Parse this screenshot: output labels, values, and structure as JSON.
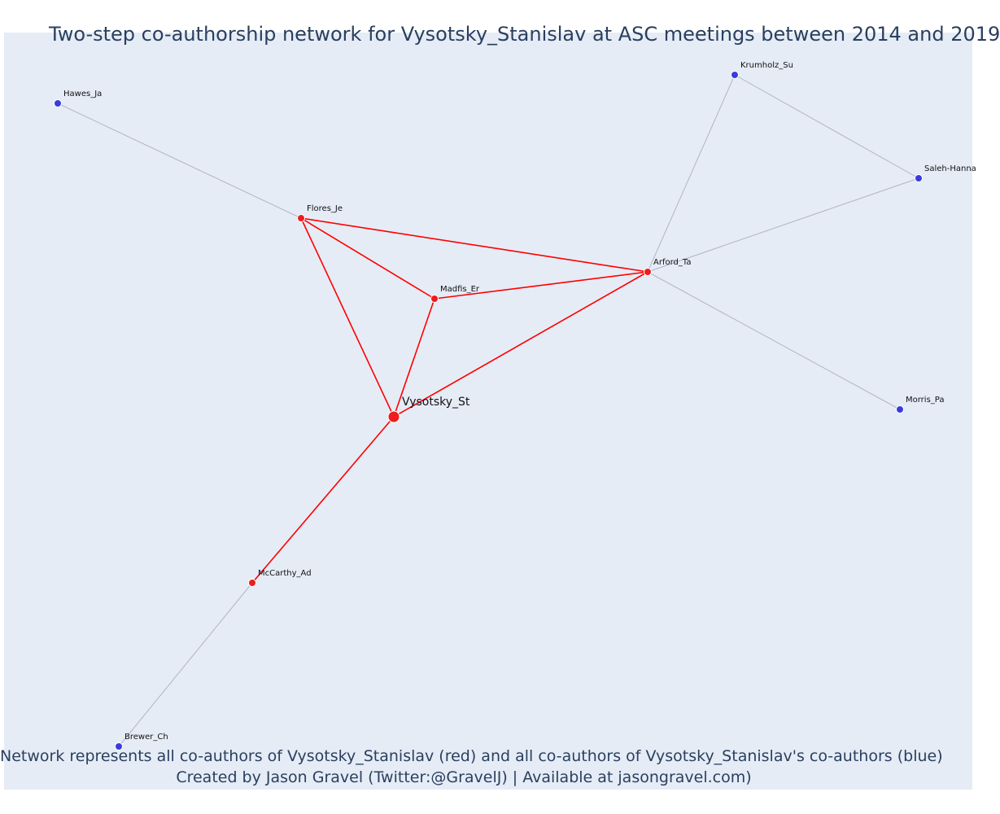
{
  "title": "Two-step co-authorship network for Vysotsky_Stanislav at ASC meetings between 2014 and 2019",
  "footnote": {
    "line1": "Network represents all co-authors of Vysotsky_Stanislav (red) and all co-authors of Vysotsky_Stanislav's co-authors (blue)",
    "line2": "Created by Jason Gravel (Twitter:@GravelJ) | Available at jasongravel.com)"
  },
  "colors": {
    "plot_background": "#e5ecf6",
    "focal_and_coauthor": "#ee1c1c",
    "second_step": "#3b3bdd",
    "first_step_edge": "#ff0000",
    "second_step_edge": "#b3b3c8",
    "text": "#2a3f5f"
  },
  "nodes": [
    {
      "id": "Vysotsky_St",
      "label": "Vysotsky_St",
      "group": "focal"
    },
    {
      "id": "Flores_Je",
      "label": "Flores_Je",
      "group": "coauthor"
    },
    {
      "id": "Madfis_Er",
      "label": "Madfis_Er",
      "group": "coauthor"
    },
    {
      "id": "Arford_Ta",
      "label": "Arford_Ta",
      "group": "coauthor"
    },
    {
      "id": "McCarthy_Ad",
      "label": "McCarthy_Ad",
      "group": "coauthor"
    },
    {
      "id": "Hawes_Ja",
      "label": "Hawes_Ja",
      "group": "second"
    },
    {
      "id": "Krumholz_Su",
      "label": "Krumholz_Su",
      "group": "second"
    },
    {
      "id": "Saleh-Hanna",
      "label": "Saleh-Hanna",
      "group": "second"
    },
    {
      "id": "Morris_Pa",
      "label": "Morris_Pa",
      "group": "second"
    },
    {
      "id": "Brewer_Ch",
      "label": "Brewer_Ch",
      "group": "second"
    }
  ],
  "edges": [
    {
      "source": "Vysotsky_St",
      "target": "Flores_Je",
      "step": 1
    },
    {
      "source": "Vysotsky_St",
      "target": "Madfis_Er",
      "step": 1
    },
    {
      "source": "Vysotsky_St",
      "target": "Arford_Ta",
      "step": 1
    },
    {
      "source": "Vysotsky_St",
      "target": "McCarthy_Ad",
      "step": 1
    },
    {
      "source": "Flores_Je",
      "target": "Madfis_Er",
      "step": 1
    },
    {
      "source": "Flores_Je",
      "target": "Arford_Ta",
      "step": 1
    },
    {
      "source": "Madfis_Er",
      "target": "Arford_Ta",
      "step": 1
    },
    {
      "source": "Flores_Je",
      "target": "Hawes_Ja",
      "step": 2
    },
    {
      "source": "Arford_Ta",
      "target": "Krumholz_Su",
      "step": 2
    },
    {
      "source": "Arford_Ta",
      "target": "Saleh-Hanna",
      "step": 2
    },
    {
      "source": "Krumholz_Su",
      "target": "Saleh-Hanna",
      "step": 2
    },
    {
      "source": "Arford_Ta",
      "target": "Morris_Pa",
      "step": 2
    },
    {
      "source": "McCarthy_Ad",
      "target": "Brewer_Ch",
      "step": 2
    }
  ]
}
